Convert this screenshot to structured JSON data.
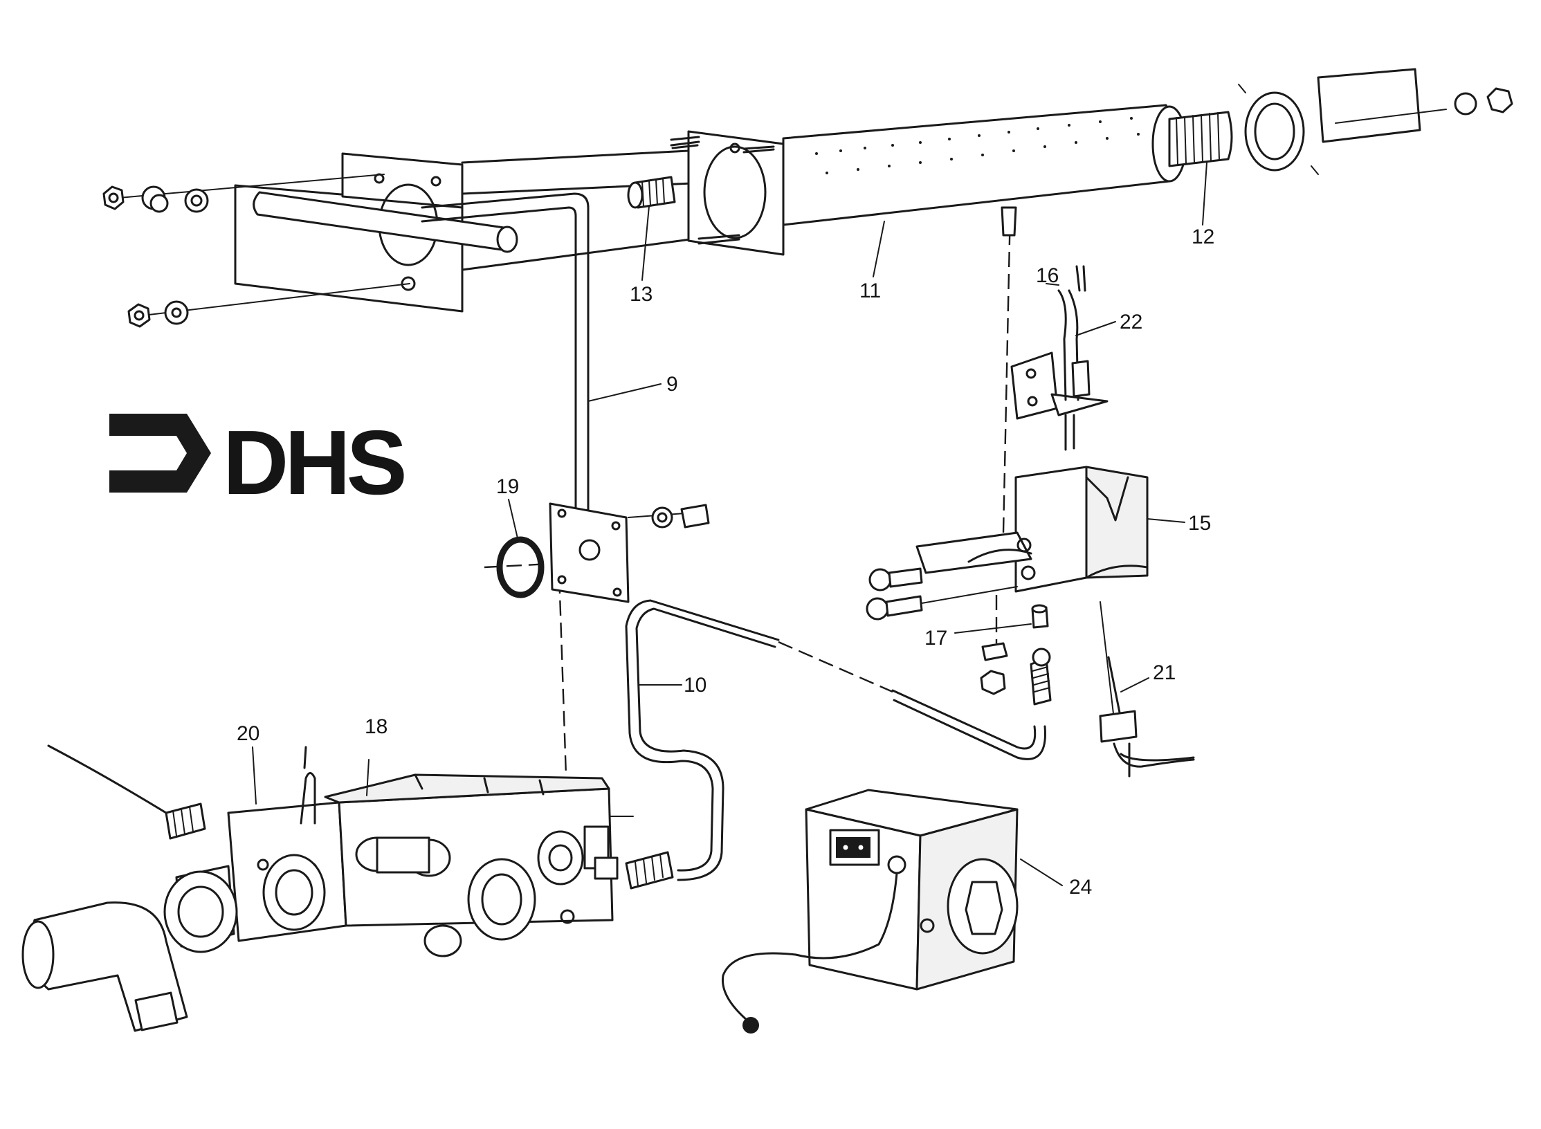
{
  "logo": {
    "text": "DHS"
  },
  "parts": [
    {
      "id": "p9",
      "number": "9"
    },
    {
      "id": "p10",
      "number": "10"
    },
    {
      "id": "p11",
      "number": "11"
    },
    {
      "id": "p12",
      "number": "12"
    },
    {
      "id": "p13",
      "number": "13"
    },
    {
      "id": "p15",
      "number": "15"
    },
    {
      "id": "p16",
      "number": "16"
    },
    {
      "id": "p17",
      "number": "17"
    },
    {
      "id": "p18",
      "number": "18"
    },
    {
      "id": "p19",
      "number": "19"
    },
    {
      "id": "p20",
      "number": "20"
    },
    {
      "id": "p21",
      "number": "21"
    },
    {
      "id": "p22",
      "number": "22"
    },
    {
      "id": "p24",
      "number": "24"
    }
  ]
}
